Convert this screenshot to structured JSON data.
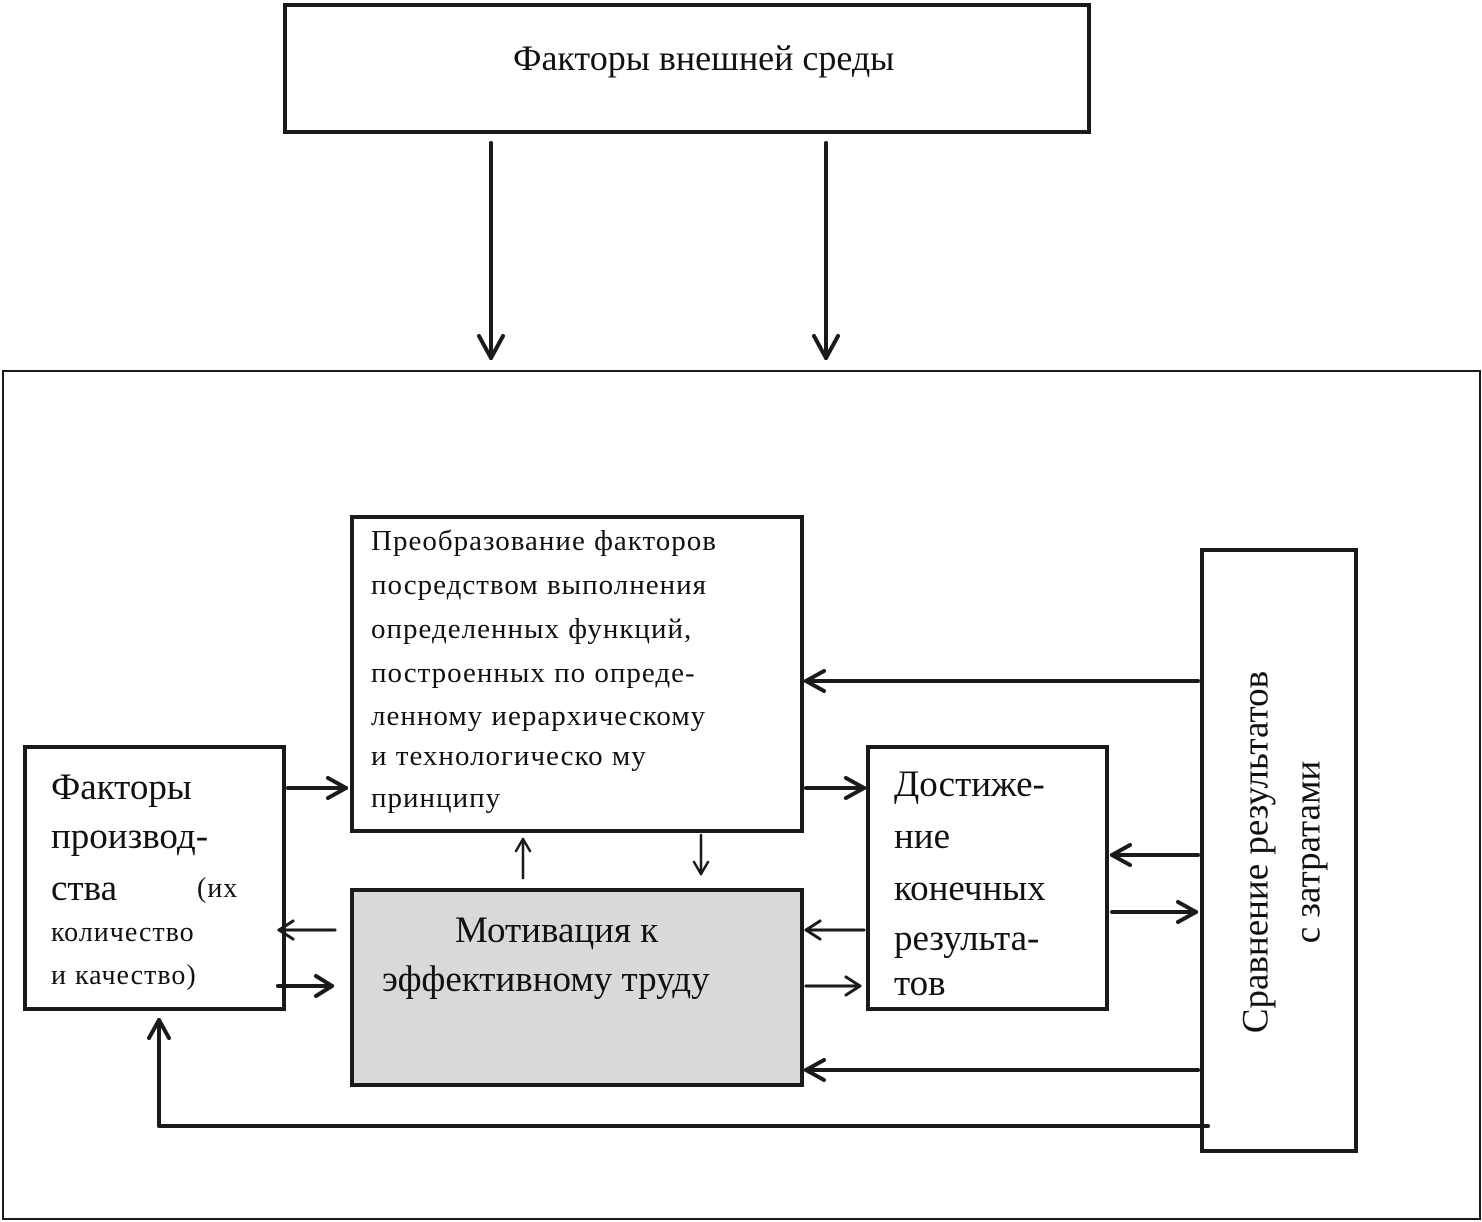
{
  "diagram": {
    "top_box": {
      "label": "Факторы внешней среды"
    },
    "production_factors": {
      "lines": [
        "Факторы",
        "производ-",
        "ства",
        "(их",
        "количество",
        "и качество)"
      ]
    },
    "transformation": {
      "lines": [
        "Преобразование факторов",
        "посредством  выполнения",
        "определенных функций,",
        "построенных по опреде-",
        "ленному иерархическому",
        "и технологическо му",
        "принципу"
      ]
    },
    "motivation": {
      "lines": [
        "Мотивация к",
        "эффективному труду"
      ],
      "fill": "#d9d9d9"
    },
    "results": {
      "lines": [
        "Достиже-",
        "ние",
        "конечных",
        "результа-",
        "тов"
      ]
    },
    "comparison": {
      "lines": [
        "Сравнение результатов",
        "с затратами"
      ]
    }
  }
}
